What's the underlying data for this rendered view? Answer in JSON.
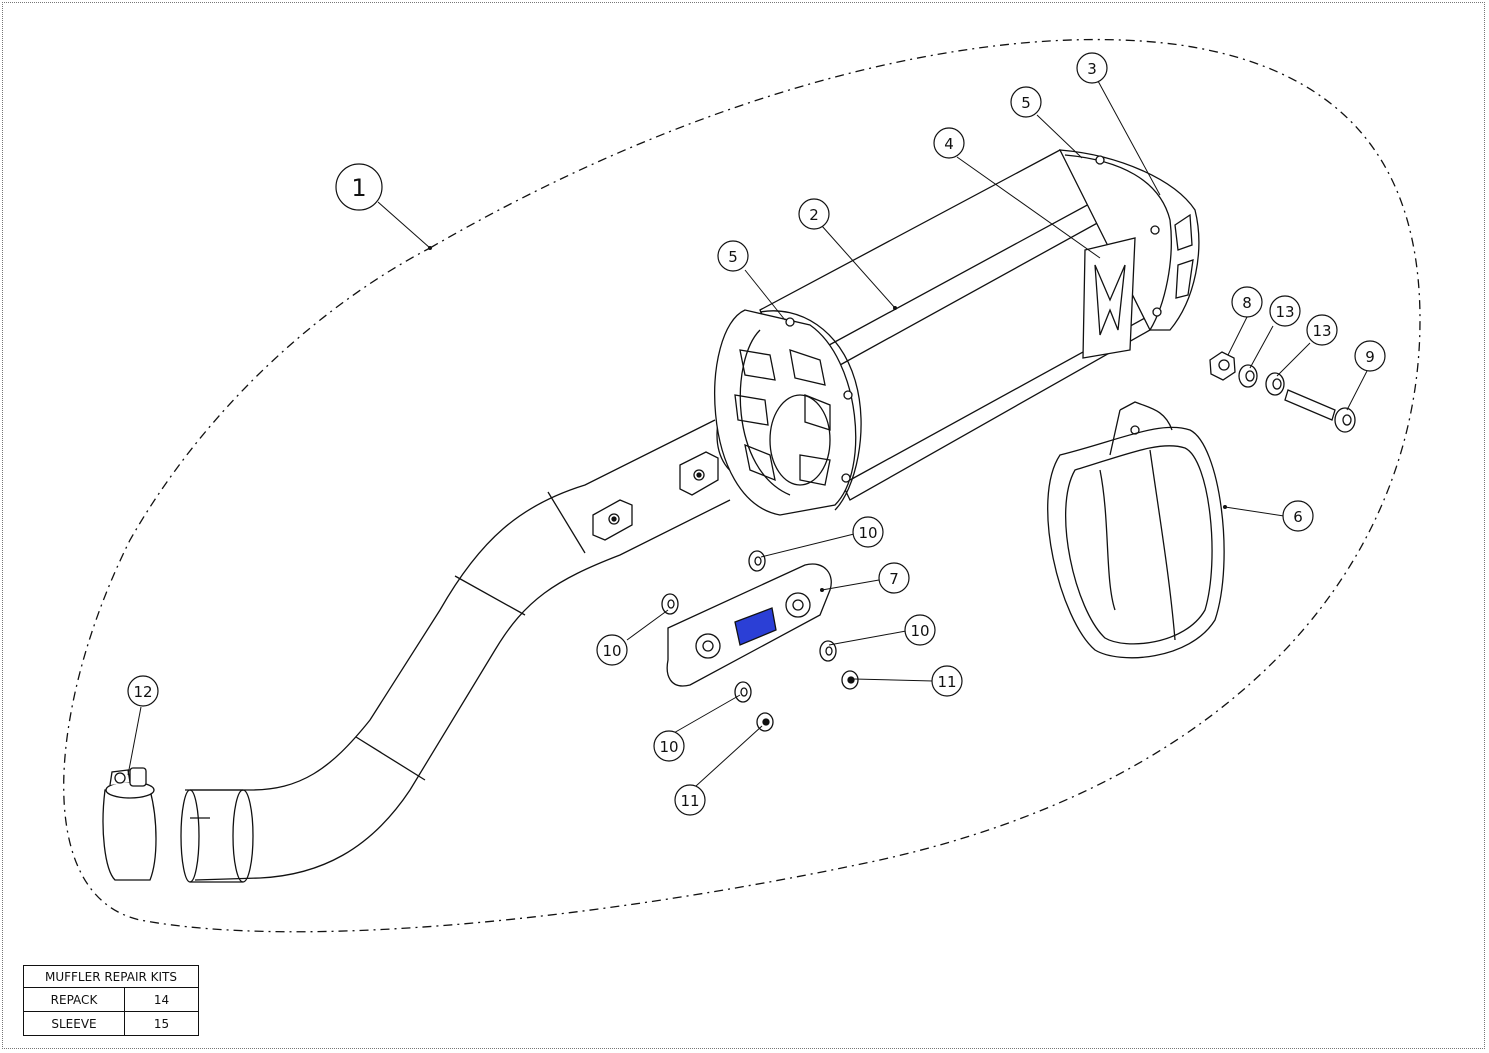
{
  "callouts": [
    {
      "id": "c1",
      "label": "1"
    },
    {
      "id": "c2",
      "label": "2"
    },
    {
      "id": "c3",
      "label": "3"
    },
    {
      "id": "c4",
      "label": "4"
    },
    {
      "id": "c5a",
      "label": "5"
    },
    {
      "id": "c5b",
      "label": "5"
    },
    {
      "id": "c6",
      "label": "6"
    },
    {
      "id": "c7",
      "label": "7"
    },
    {
      "id": "c8",
      "label": "8"
    },
    {
      "id": "c9",
      "label": "9"
    },
    {
      "id": "c10a",
      "label": "10"
    },
    {
      "id": "c10b",
      "label": "10"
    },
    {
      "id": "c10c",
      "label": "10"
    },
    {
      "id": "c10d",
      "label": "10"
    },
    {
      "id": "c11a",
      "label": "11"
    },
    {
      "id": "c11b",
      "label": "11"
    },
    {
      "id": "c12",
      "label": "12"
    },
    {
      "id": "c13a",
      "label": "13"
    },
    {
      "id": "c13b",
      "label": "13"
    }
  ],
  "repair_kits": {
    "title": "MUFFLER REPAIR KITS",
    "rows": [
      {
        "name": "REPACK",
        "code": "14"
      },
      {
        "name": "SLEEVE",
        "code": "15"
      }
    ]
  },
  "colors": {
    "line": "#111111",
    "accent_blue": "#2b3fd6"
  }
}
